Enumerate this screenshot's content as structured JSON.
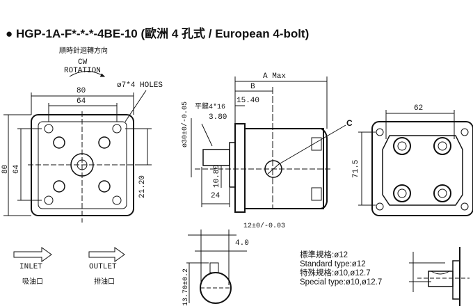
{
  "title": "HGP-1A-F*-*-*-4BE-10 (歐洲 4 孔式 / European 4-bolt)",
  "front_view": {
    "rotation_zh": "順時針迴轉方向",
    "rotation_line1": "CW",
    "rotation_line2": "ROTATION",
    "holes": "ø7*4 HOLES",
    "dim_width_outer": "80",
    "dim_width_inner": "64",
    "dim_height_outer": "80",
    "dim_height_inner": "64",
    "dim_center": "21.20"
  },
  "side_view": {
    "a_max": "A Max",
    "b": "B",
    "dim_15_40": "15.40",
    "key": "平鍵4*16",
    "dim_3_80": "3.80",
    "pilot": "ø30±0/-0.05",
    "dim_10_80": "10.80",
    "dim_24": "24",
    "port_label": "C"
  },
  "rear_view": {
    "dim_width": "62",
    "dim_height": "71.5"
  },
  "ports": {
    "inlet": "INLET",
    "inlet_zh": "吸油口",
    "outlet": "OUTLET",
    "outlet_zh": "排油口"
  },
  "shaft_end": {
    "dim_12": "12±0/-0.03",
    "dim_4": "4.0",
    "dim_13_70": "13.70±0.2"
  },
  "spec": {
    "standard_zh": "標準規格:ø12",
    "standard": "Standard type:ø12",
    "special_zh": "特殊規格:ø10,ø12.7",
    "special": "Special type:ø10,ø12.7"
  }
}
